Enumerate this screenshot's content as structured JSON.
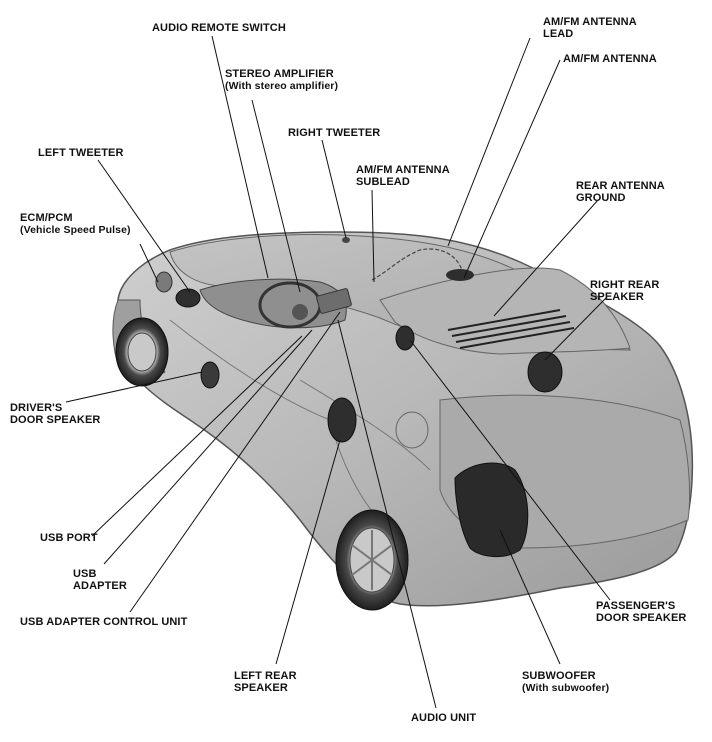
{
  "labels": {
    "audio_remote_switch": "AUDIO REMOTE SWITCH",
    "am_fm_antenna_lead": [
      "AM/FM ANTENNA",
      "LEAD"
    ],
    "am_fm_antenna": "AM/FM ANTENNA",
    "stereo_amplifier": [
      "STEREO AMPLIFIER",
      "(With stereo amplifier)"
    ],
    "right_tweeter": "RIGHT TWEETER",
    "left_tweeter": "LEFT TWEETER",
    "am_fm_antenna_sublead": [
      "AM/FM ANTENNA",
      "SUBLEAD"
    ],
    "rear_antenna_ground": [
      "REAR ANTENNA",
      "GROUND"
    ],
    "ecm_pcm": [
      "ECM/PCM",
      "(Vehicle Speed Pulse)"
    ],
    "right_rear_speaker": [
      "RIGHT REAR",
      "SPEAKER"
    ],
    "drivers_door_speaker": [
      "DRIVER'S",
      "DOOR SPEAKER"
    ],
    "usb_port": "USB PORT",
    "usb_adapter": [
      "USB",
      "ADAPTER"
    ],
    "usb_adapter_control_unit": "USB ADAPTER CONTROL UNIT",
    "passengers_door_speaker": [
      "PASSENGER'S",
      "DOOR SPEAKER"
    ],
    "left_rear_speaker": [
      "LEFT REAR",
      "SPEAKER"
    ],
    "subwoofer": [
      "SUBWOOFER",
      "(With subwoofer)"
    ],
    "audio_unit": "AUDIO UNIT"
  }
}
